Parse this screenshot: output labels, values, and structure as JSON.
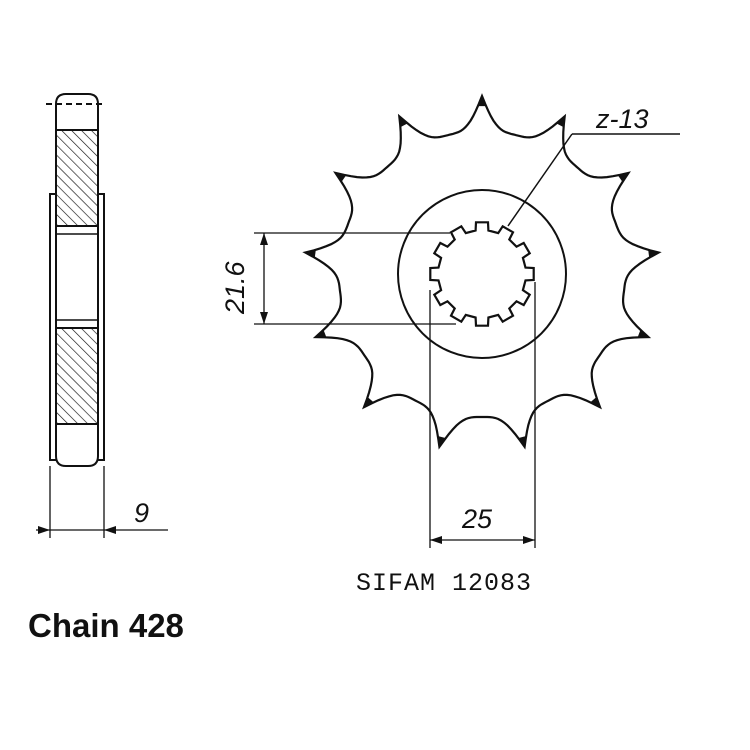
{
  "side_view": {
    "width_label": "9"
  },
  "front_view": {
    "teeth_label": "z-13",
    "teeth_count": 13,
    "spline_diameter_label": "21.6",
    "bore_diameter_label": "25",
    "spline_count": 12
  },
  "part_number": "SIFAM  12083",
  "chain_label": "Chain 428",
  "colors": {
    "line": "#111111",
    "background": "#ffffff"
  }
}
